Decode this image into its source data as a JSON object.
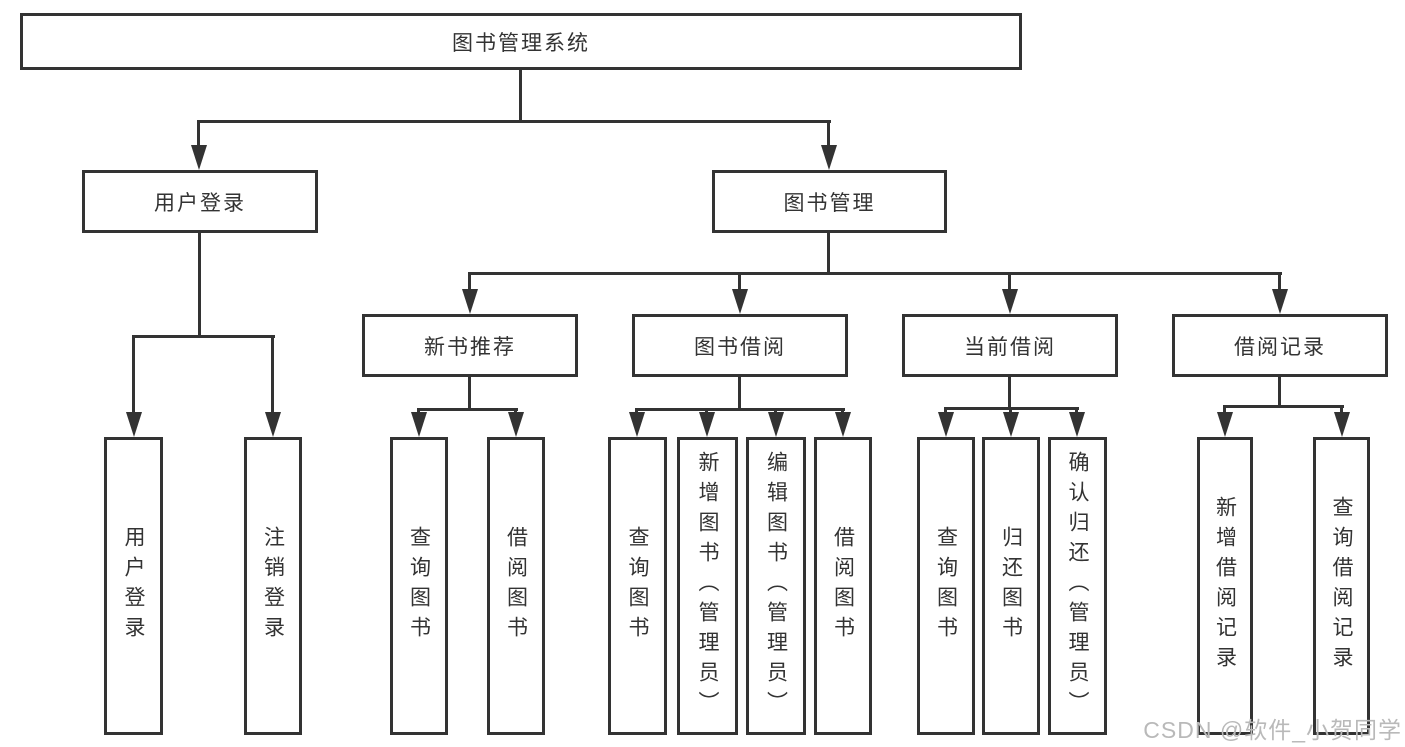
{
  "diagram": {
    "root": {
      "label": "图书管理系统"
    },
    "branches": [
      {
        "label": "用户登录",
        "children": [
          {
            "label": "用户登录"
          },
          {
            "label": "注销登录"
          }
        ]
      },
      {
        "label": "图书管理",
        "groups": [
          {
            "label": "新书推荐",
            "children": [
              {
                "label": "查询图书"
              },
              {
                "label": "借阅图书"
              }
            ]
          },
          {
            "label": "图书借阅",
            "children": [
              {
                "label": "查询图书"
              },
              {
                "label": "新增图书（管理员）"
              },
              {
                "label": "编辑图书（管理员）"
              },
              {
                "label": "借阅图书"
              }
            ]
          },
          {
            "label": "当前借阅",
            "children": [
              {
                "label": "查询图书"
              },
              {
                "label": "归还图书"
              },
              {
                "label": "确认归还（管理员）"
              }
            ]
          },
          {
            "label": "借阅记录",
            "children": [
              {
                "label": "新增借阅记录"
              },
              {
                "label": "查询借阅记录"
              }
            ]
          }
        ]
      }
    ]
  },
  "watermark": {
    "text": "CSDN @软件_小贺同学"
  },
  "colors": {
    "line": "#333333",
    "box_background": "#ffffff",
    "text": "#333333",
    "watermark_text": "#b9b9b9"
  }
}
